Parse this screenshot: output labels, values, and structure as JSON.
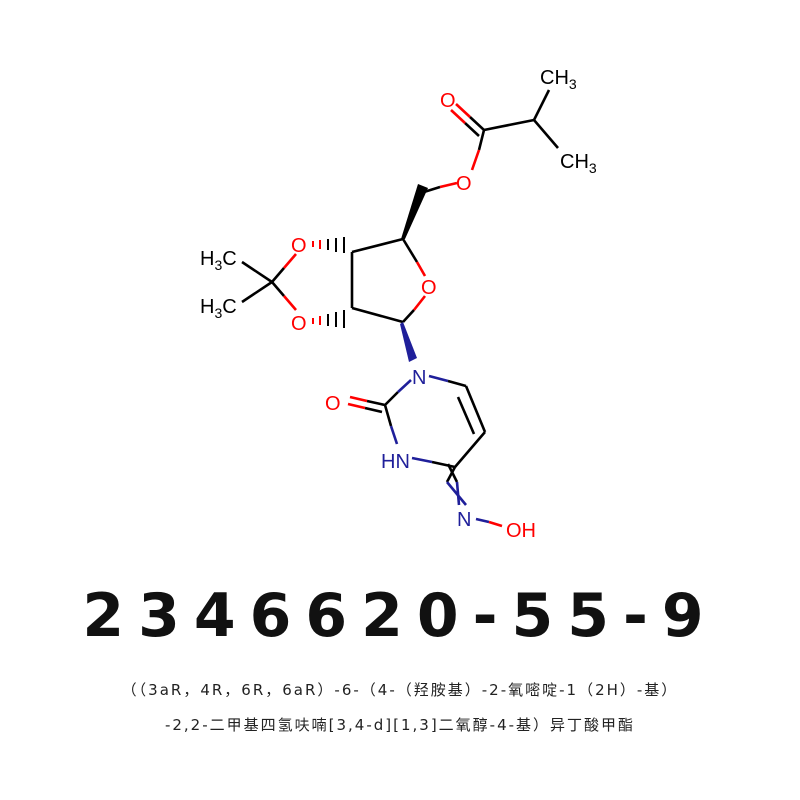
{
  "structure": {
    "atoms": {
      "carbonyl_o": "O",
      "ester_o": "O",
      "ch3_top": "CH",
      "ch3_top_sub": "3",
      "ch3_bottom": "CH",
      "ch3_bottom_sub": "3",
      "dioxolane_o_upper": "O",
      "dioxolane_o_lower": "O",
      "ring_o": "O",
      "h3c_top_h": "H",
      "h3c_top_sub": "3",
      "h3c_top_c": "C",
      "h3c_bottom_h": "H",
      "h3c_bottom_sub": "3",
      "h3c_bottom_c": "C",
      "n1": "N",
      "c2_o": "O",
      "n3h": "HN",
      "oxime_n": "N",
      "oxime_oh": "OH"
    },
    "colors": {
      "carbon": "#000000",
      "oxygen": "#ff0000",
      "nitrogen": "#1f1f9a"
    }
  },
  "cas_number": "2346620-55-9",
  "chemical_name": {
    "line1": "（（3aR，4R，6R，6aR）-6-（4-（羟胺基）-2-氧嘧啶-1（2H）-基）",
    "line2": "-2,2-二甲基四氢呋喃[3,4-d][1,3]二氧醇-4-基）异丁酸甲酯"
  }
}
